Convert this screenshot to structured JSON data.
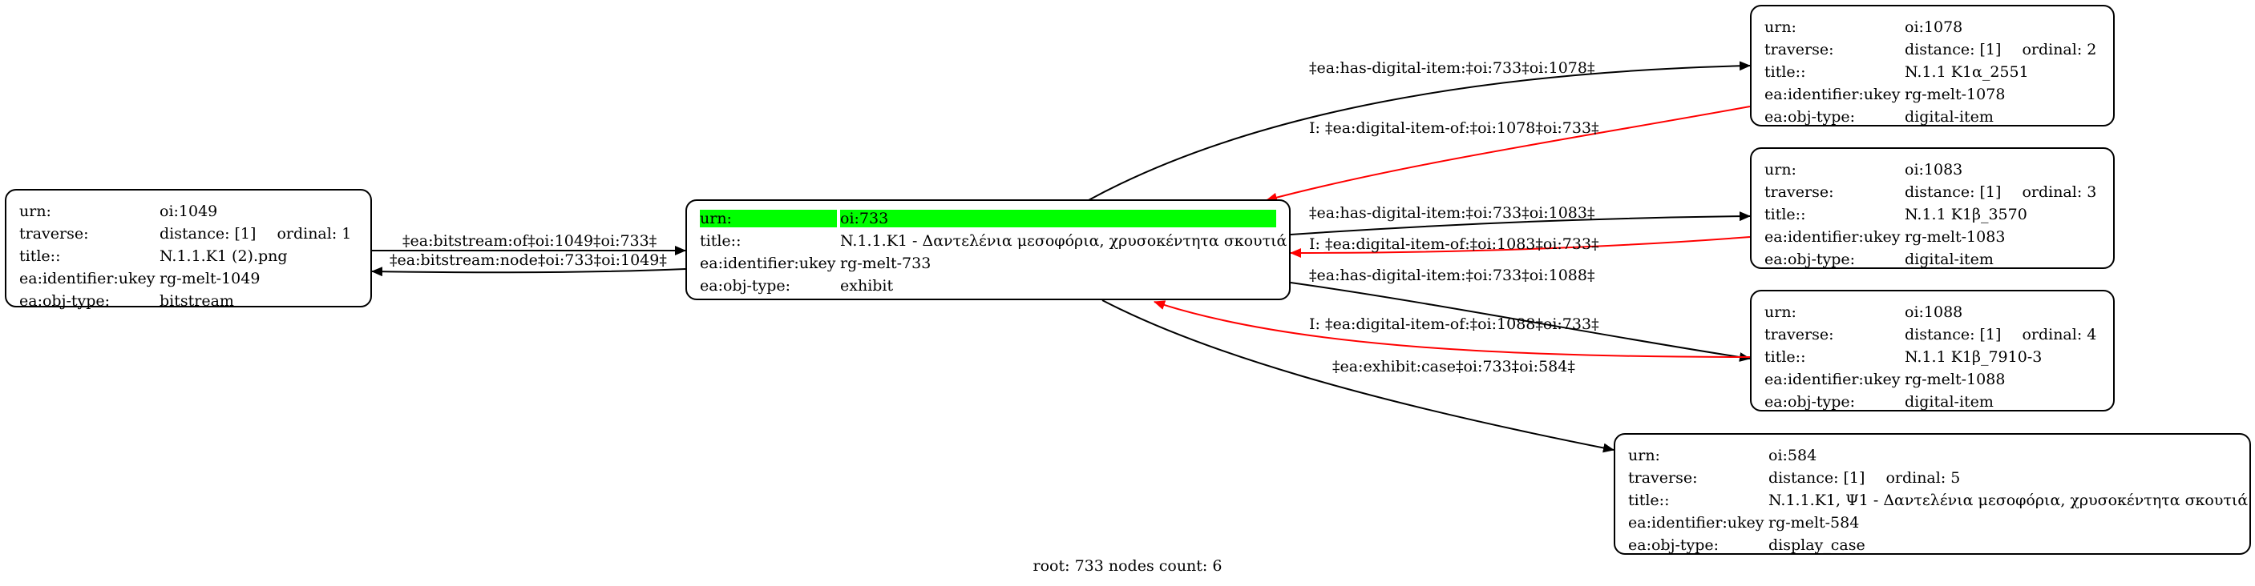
{
  "nodes": {
    "n1049": {
      "urn_key": "urn:",
      "urn": "oi:1049",
      "trav_key": "traverse:",
      "distance": "distance: [1]",
      "ordinal": "ordinal: 1",
      "title_key": "title::",
      "title": "N.1.1.K1 (2).png",
      "ukey_key": "ea:identifier:ukey",
      "ukey": "rg-melt-1049",
      "type_key": "ea:obj-type:",
      "type": "bitstream"
    },
    "n733": {
      "urn_key": "urn:",
      "urn": "oi:733",
      "title_key": "title::",
      "title": "N.1.1.K1 - Δαντελένια μεσοφόρια, χρυσοκέντητα σκουτιά",
      "ukey_key": "ea:identifier:ukey",
      "ukey": "rg-melt-733",
      "type_key": "ea:obj-type:",
      "type": "exhibit"
    },
    "n1078": {
      "urn_key": "urn:",
      "urn": "oi:1078",
      "trav_key": "traverse:",
      "distance": "distance: [1]",
      "ordinal": "ordinal: 2",
      "title_key": "title::",
      "title": "N.1.1 K1α_2551",
      "ukey_key": "ea:identifier:ukey",
      "ukey": "rg-melt-1078",
      "type_key": "ea:obj-type:",
      "type": "digital-item"
    },
    "n1083": {
      "urn_key": "urn:",
      "urn": "oi:1083",
      "trav_key": "traverse:",
      "distance": "distance: [1]",
      "ordinal": "ordinal: 3",
      "title_key": "title::",
      "title": "N.1.1 K1β_3570",
      "ukey_key": "ea:identifier:ukey",
      "ukey": "rg-melt-1083",
      "type_key": "ea:obj-type:",
      "type": "digital-item"
    },
    "n1088": {
      "urn_key": "urn:",
      "urn": "oi:1088",
      "trav_key": "traverse:",
      "distance": "distance: [1]",
      "ordinal": "ordinal: 4",
      "title_key": "title::",
      "title": "N.1.1 K1β_7910-3",
      "ukey_key": "ea:identifier:ukey",
      "ukey": "rg-melt-1088",
      "type_key": "ea:obj-type:",
      "type": "digital-item"
    },
    "n584": {
      "urn_key": "urn:",
      "urn": "oi:584",
      "trav_key": "traverse:",
      "distance": "distance: [1]",
      "ordinal": "ordinal: 5",
      "title_key": "title::",
      "title": "N.1.1.K1, Ψ1 - Δαντελένια μεσοφόρια, χρυσοκέντητα σκουτιά",
      "ukey_key": "ea:identifier:ukey",
      "ukey": "rg-melt-584",
      "type_key": "ea:obj-type:",
      "type": "display_case"
    }
  },
  "edges": {
    "bitstream_of": "‡ea:bitstream:of‡oi:1049‡oi:733‡",
    "bitstream_node": "‡ea:bitstream:node‡oi:733‡oi:1049‡",
    "has_item_1078": "‡ea:has-digital-item:‡oi:733‡oi:1078‡",
    "item_of_1078": "I: ‡ea:digital-item-of:‡oi:1078‡oi:733‡",
    "has_item_1083": "‡ea:has-digital-item:‡oi:733‡oi:1083‡",
    "item_of_1083": "I: ‡ea:digital-item-of:‡oi:1083‡oi:733‡",
    "has_item_1088": "‡ea:has-digital-item:‡oi:733‡oi:1088‡",
    "item_of_1088": "I: ‡ea:digital-item-of:‡oi:1088‡oi:733‡",
    "exhibit_case": "‡ea:exhibit:case‡oi:733‡oi:584‡"
  },
  "caption": "root: 733 nodes count: 6",
  "colors": {
    "highlight": "#00ff00",
    "inverse_edge": "#ff0000",
    "edge": "#000000"
  }
}
